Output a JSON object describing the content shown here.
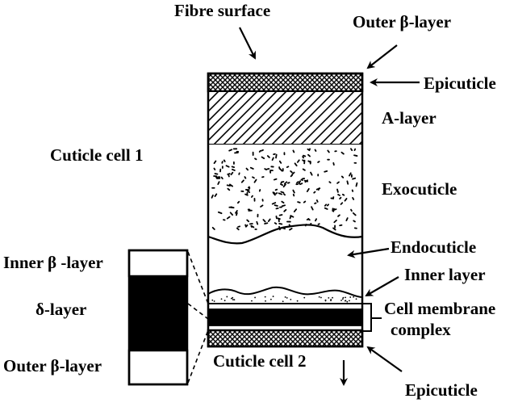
{
  "diagram": {
    "labels": {
      "fibre_surface": "Fibre surface",
      "outer_beta_top": "Outer β-layer",
      "epicuticle_top": "Epicuticle",
      "a_layer": "A-layer",
      "cuticle_cell_1": "Cuticle cell 1",
      "exocuticle": "Exocuticle",
      "endocuticle": "Endocuticle",
      "inner_layer": "Inner layer",
      "cmc_line1": "Cell membrane",
      "cmc_line2": "complex",
      "inner_beta": "Inner β -layer",
      "delta_layer": "δ-layer",
      "outer_beta_bottom": "Outer β-layer",
      "cuticle_cell_2": "Cuticle cell 2",
      "epicuticle_bottom": "Epicuticle"
    },
    "colors": {
      "ink": "#000000",
      "paper": "#ffffff"
    }
  }
}
